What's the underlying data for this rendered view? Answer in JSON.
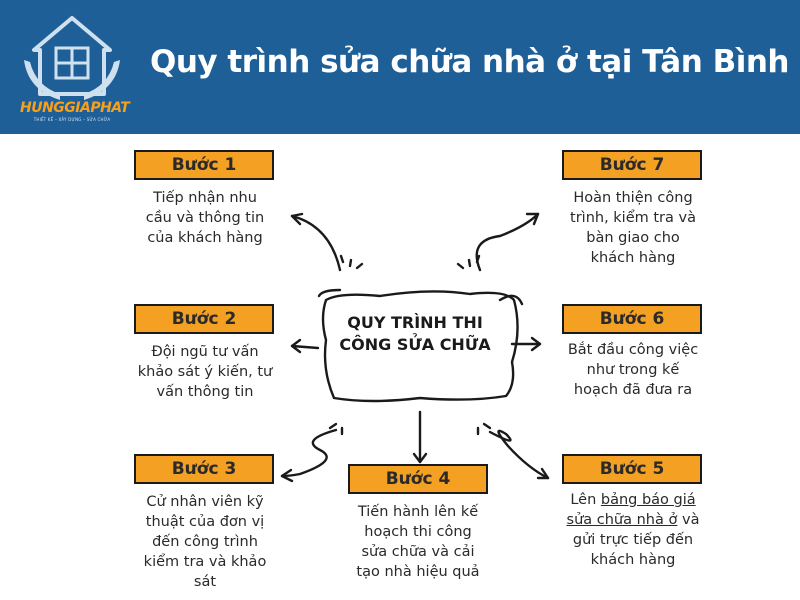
{
  "header": {
    "title": "Quy trình sửa chữa nhà ở tại Tân Bình",
    "logo_text": "HUNGGIAPHAT",
    "logo_sub": "THIẾT KẾ – XÂY DỰNG – SỬA CHỮA",
    "background": "#1f5f98"
  },
  "center": {
    "line1": "QUY TRÌNH THI",
    "line2": "CÔNG SỬA CHỮA"
  },
  "steps": [
    {
      "label": "Bước 1",
      "desc": [
        "Tiếp nhận nhu",
        "cầu và thông tin",
        "của khách hàng"
      ]
    },
    {
      "label": "Bước 2",
      "desc": [
        "Đội ngũ tư vấn",
        "khảo sát ý kiến, tư",
        "vấn thông tin"
      ]
    },
    {
      "label": "Bước 3",
      "desc": [
        "Cử nhân viên kỹ",
        "thuật của đơn vị",
        "đến công trình",
        "kiểm tra và khảo",
        "sát"
      ]
    },
    {
      "label": "Bước 4",
      "desc": [
        "Tiến hành lên kế",
        "hoạch thi công",
        "sửa chữa và cải",
        "tạo nhà hiệu quả"
      ]
    },
    {
      "label": "Bước 5",
      "desc_pre": "Lên ",
      "desc_link": [
        "bảng báo giá",
        "sửa chữa nhà ở"
      ],
      "desc_post": [
        " và",
        "gửi trực tiếp đến",
        "khách hàng"
      ]
    },
    {
      "label": "Bước 6",
      "desc": [
        "Bắt đầu công việc",
        "như trong kế",
        "hoạch đã đưa ra"
      ]
    },
    {
      "label": "Bước 7",
      "desc": [
        "Hoàn thiện công",
        "trình, kiểm tra và",
        "bàn giao cho",
        "khách hàng"
      ]
    }
  ],
  "colors": {
    "badge": "#f4a023",
    "text": "#2a2a2a",
    "accent": "#f7a01c"
  }
}
